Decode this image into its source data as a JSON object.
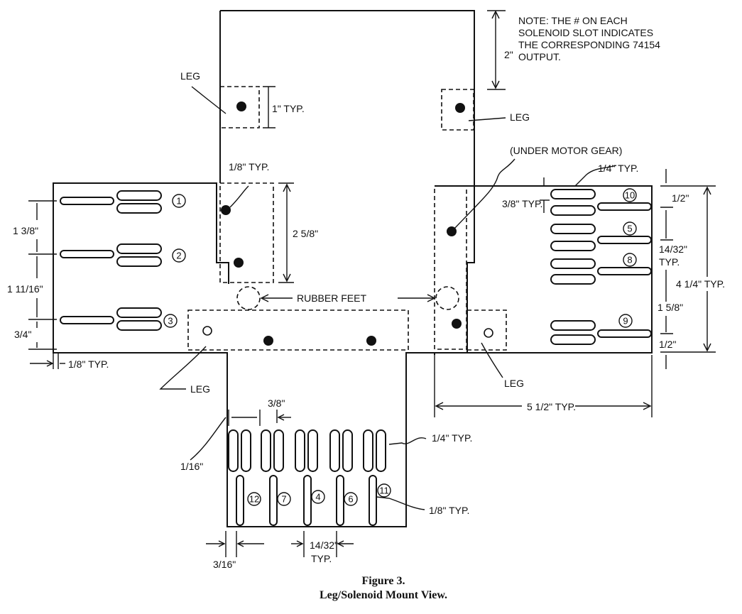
{
  "note": [
    "NOTE: THE # ON EACH",
    "SOLENOID SLOT INDICATES",
    "THE CORRESPONDING 74154",
    "OUTPUT."
  ],
  "labels": {
    "leg": "LEG",
    "rubber_feet": "RUBBER FEET",
    "under_motor_gear": "(UNDER MOTOR GEAR)",
    "dim_2in": "2\"",
    "dim_1in_typ": "1\" TYP.",
    "dim_1_8_typ": "1/8\" TYP.",
    "dim_2_5_8": "2 5/8\"",
    "dim_1_4_typ": "1/4\" TYP.",
    "dim_3_8_typ": "3/8\" TYP.",
    "dim_1_2": "1/2\"",
    "dim_14_32": "14/32\"",
    "typ": "TYP.",
    "dim_4_1_4_typ": "4 1/4\" TYP.",
    "dim_1_5_8": "1 5/8\"",
    "dim_1_3_8": "1 3/8\"",
    "dim_1_11_16": "1 11/16\"",
    "dim_3_4": "3/4\"",
    "dim_5_1_2_typ": "5 1/2\" TYP.",
    "dim_3_8": "3/8\"",
    "dim_1_16": "1/16\"",
    "dim_3_16": "3/16\""
  },
  "slots": {
    "left": [
      "1",
      "2",
      "3"
    ],
    "right": [
      "10",
      "5",
      "8",
      "9"
    ],
    "bottom": [
      "12",
      "7",
      "4",
      "6",
      "11"
    ]
  },
  "caption": {
    "figure": "Figure 3.",
    "title": "Leg/Solenoid Mount View."
  }
}
